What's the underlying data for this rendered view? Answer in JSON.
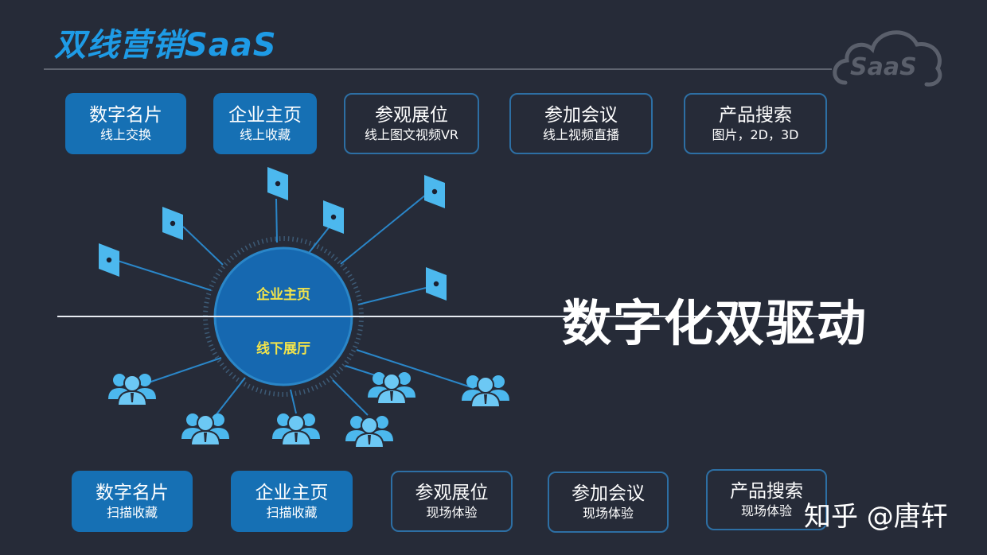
{
  "header": {
    "title": "双线营销SaaS",
    "cloud_label": "SaaS"
  },
  "top_row": [
    {
      "line1": "数字名片",
      "line2": "线上交换",
      "style": "filled"
    },
    {
      "line1": "企业主页",
      "line2": "线上收藏",
      "style": "filled"
    },
    {
      "line1": "参观展位",
      "line2": "线上图文视频VR",
      "style": "outline"
    },
    {
      "line1": "参加会议",
      "line2": "线上视频直播",
      "style": "outline"
    },
    {
      "line1": "产品搜索",
      "line2": "图片，2D，3D",
      "style": "outline"
    }
  ],
  "hub": {
    "top_label": "企业主页",
    "bottom_label": "线下展厅"
  },
  "headline": "数字化双驱动",
  "bottom_row": [
    {
      "line1": "数字名片",
      "line2": "扫描收藏",
      "style": "filled"
    },
    {
      "line1": "企业主页",
      "line2": "扫描收藏",
      "style": "filled"
    },
    {
      "line1": "参观展位",
      "line2": "现场体验",
      "style": "outline"
    },
    {
      "line1": "参加会议",
      "line2": "现场体验",
      "style": "outline"
    },
    {
      "line1": "产品搜索",
      "line2": "现场体验",
      "style": "outline"
    }
  ],
  "watermark": "知乎 @唐轩",
  "colors": {
    "background": "#262b38",
    "accent_blue": "#1e9be6",
    "filled_box": "#1670b4",
    "outline_box": "#2d6fa4",
    "hub_text": "#f3e44a",
    "node": "#4cb8ee"
  },
  "icons": {
    "online_node": "device-node-icon",
    "offline_node": "people-group-icon"
  }
}
